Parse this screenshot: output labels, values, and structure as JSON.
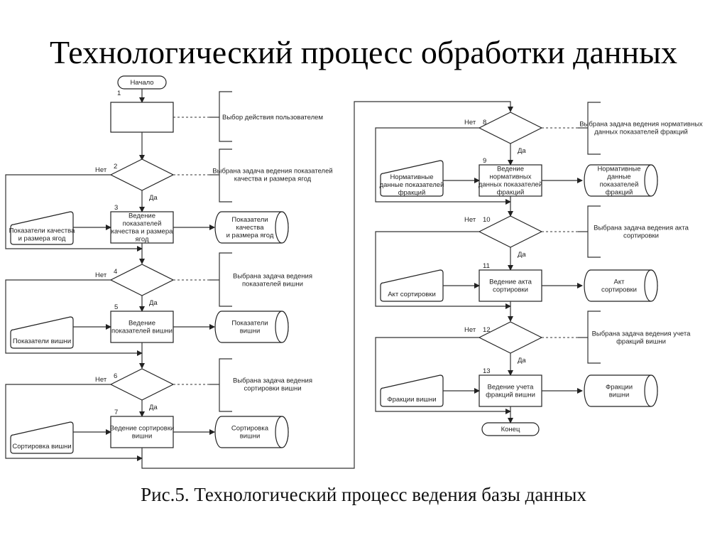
{
  "title": "Технологический процесс обработки данных",
  "caption": "Рис.5. Технологический процесс ведения базы данных",
  "flow": {
    "start": "Начало",
    "end": "Конец",
    "yes": "Да",
    "no": "Нет",
    "steps": [
      {
        "num": "1",
        "type": "process",
        "label": [],
        "comment": [
          "Выбор действия пользователем"
        ]
      },
      {
        "num": "2",
        "type": "decision",
        "comment": [
          "Выбрана задача ведения показателей",
          "качества и размера ягод"
        ]
      },
      {
        "num": "3",
        "type": "process",
        "label": [
          "Ведение",
          "показателей",
          "качества и размера",
          "ягод"
        ],
        "input": [
          "Показатели качества",
          "и размера ягод"
        ],
        "store": [
          "Показатели",
          "качества",
          "и размера ягод"
        ]
      },
      {
        "num": "4",
        "type": "decision",
        "comment": [
          "Выбрана задача ведения",
          "показателей вишни"
        ]
      },
      {
        "num": "5",
        "type": "process",
        "label": [
          "Ведение",
          "показателей вишни"
        ],
        "input": [
          "Показатели вишни"
        ],
        "store": [
          "Показатели",
          "вишни"
        ]
      },
      {
        "num": "6",
        "type": "decision",
        "comment": [
          "Выбрана задача ведения",
          "сортировки вишни"
        ]
      },
      {
        "num": "7",
        "type": "process",
        "label": [
          "Ведение сортировки",
          "вишни"
        ],
        "input": [
          "Сортировка вишни"
        ],
        "store": [
          "Сортировка",
          "вишни"
        ]
      },
      {
        "num": "8",
        "type": "decision",
        "comment": [
          "Выбрана задача ведения нормативных",
          "данных показателей фракций"
        ]
      },
      {
        "num": "9",
        "type": "process",
        "label": [
          "Ведение",
          "нормативных",
          "данных показателей",
          "фракций"
        ],
        "input": [
          "Нормативные",
          "данные показателей",
          "фракций"
        ],
        "store": [
          "Нормативные",
          "данные",
          "показателей",
          "фракций"
        ]
      },
      {
        "num": "10",
        "type": "decision",
        "comment": [
          "Выбрана задача ведения акта",
          "сортировки"
        ]
      },
      {
        "num": "11",
        "type": "process",
        "label": [
          "Ведение акта",
          "сортировки"
        ],
        "input": [
          "Акт сортировки"
        ],
        "store": [
          "Акт",
          "сортировки"
        ]
      },
      {
        "num": "12",
        "type": "decision",
        "comment": [
          "Выбрана задача ведения учета",
          "фракций вишни"
        ]
      },
      {
        "num": "13",
        "type": "process",
        "label": [
          "Ведение учета",
          "фракций вишни"
        ],
        "input": [
          "Фракции вишни"
        ],
        "store": [
          "Фракции",
          "вишни"
        ]
      }
    ]
  }
}
